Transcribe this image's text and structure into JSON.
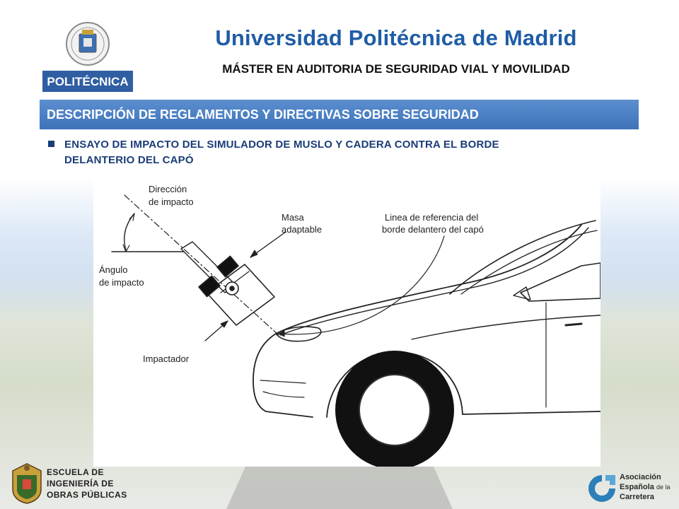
{
  "header": {
    "title": "Universidad Politécnica de Madrid",
    "subtitle": "MÁSTER EN AUDITORIA DE SEGURIDAD VIAL Y MOVILIDAD",
    "logo_wordmark": "POLITÉCNICA"
  },
  "section": {
    "title": "DESCRIPCIÓN DE REGLAMENTOS Y DIRECTIVAS SOBRE SEGURIDAD"
  },
  "bullet": {
    "line1": "ENSAYO DE IMPACTO DEL SIMULADOR DE MUSLO Y CADERA CONTRA EL BORDE",
    "line2": "DELANTERIO DEL CAPÓ"
  },
  "diagram": {
    "direccion_line1": "Dirección",
    "direccion_line2": "de impacto",
    "masa_line1": "Masa",
    "masa_line2": "adaptable",
    "linea_line1": "Linea de referencia del",
    "linea_line2": "borde delantero del capó",
    "angulo_line1": "Ángulo",
    "angulo_line2": "de impacto",
    "impactador": "Impactador"
  },
  "footer": {
    "school_line1": "ESCUELA DE",
    "school_line2": "INGENIERÍA DE",
    "school_line3": "OBRAS PÚBLICAS",
    "aec_line1": "Asociación",
    "aec_line2a": "Española",
    "aec_line2b": "de la",
    "aec_line3": "Carretera"
  },
  "colors": {
    "title_blue": "#1f5da6",
    "bar_blue": "#4a7fc4",
    "bullet_navy": "#1a3c78"
  }
}
